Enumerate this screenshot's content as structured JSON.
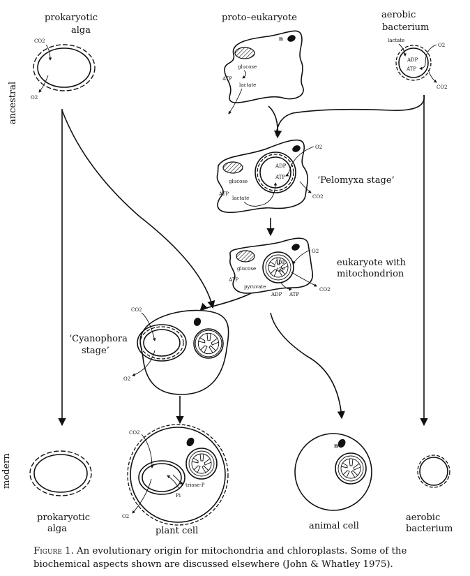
{
  "figure": {
    "row_labels": {
      "ancestral": "ancestral",
      "modern": "modern"
    },
    "ancestral": {
      "prokaryotic_alga": {
        "label_line1": "prokaryotic",
        "label_line2": "alga",
        "in": "CO2",
        "out": "O2"
      },
      "proto_eukaryote": {
        "label": "proto–eukaryote",
        "nucleus": "n",
        "glucose": "glucose",
        "atp": "ATP",
        "lactate": "lactate"
      },
      "aerobic_bacterium": {
        "label_line1": "aerobic",
        "label_line2": "bacterium",
        "lactate": "lactate",
        "adp": "ADP",
        "atp": "ATP",
        "o2": "O2",
        "co2": "CO2"
      }
    },
    "pelomyxa": {
      "label": "‘Pelomyxa stage’",
      "glucose": "glucose",
      "atp": "ATP",
      "lactate": "lactate",
      "adp_in": "ADP",
      "atp_in": "ATP",
      "o2": "O2",
      "co2": "CO2"
    },
    "eukaryote_mito": {
      "label_line1": "eukaryote with",
      "label_line2": "mitochondrion",
      "glucose": "glucose",
      "atp": "ATP",
      "pyruvate": "pyruvate",
      "adp_in": "ADP",
      "atp_in": "ATP",
      "adp_out": "ADP",
      "atp_out": "ATP",
      "o2": "O2",
      "co2": "CO2"
    },
    "cyanophora": {
      "label_line1": "‘Cyanophora",
      "label_line2": "stage’",
      "co2": "CO2",
      "o2": "O2"
    },
    "modern": {
      "prokaryotic_alga": {
        "label_line1": "prokaryotic",
        "label_line2": "alga"
      },
      "plant_cell": {
        "label": "plant cell",
        "co2": "CO2",
        "o2": "O2",
        "triose": "triose-P",
        "pi": "Pi"
      },
      "animal_cell": {
        "label": "animal cell",
        "nucleus": "n"
      },
      "aerobic_bacterium": {
        "label_line1": "aerobic",
        "label_line2": "bacterium"
      }
    }
  },
  "caption": {
    "figure_label": "Figure 1.",
    "text": " An evolutionary origin for mitochondria and chloroplasts. Some of the biochemical aspects shown are discussed elsewhere (John & Whatley 1975)."
  }
}
